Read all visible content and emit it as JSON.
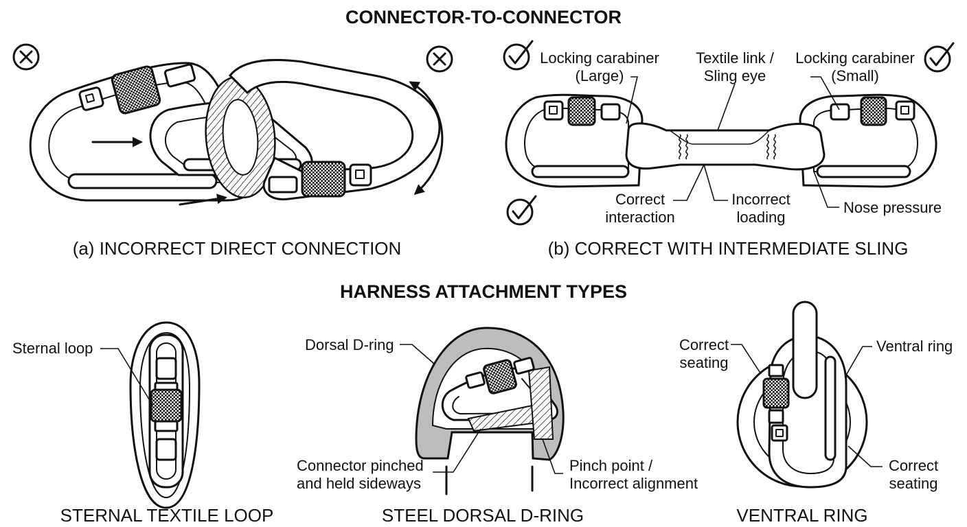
{
  "headings": {
    "connector": "CONNECTOR-TO-CONNECTOR",
    "harness": "HARNESS ATTACHMENT TYPES"
  },
  "captions": {
    "a": "(a) INCORRECT DIRECT CONNECTION",
    "b": "(b) CORRECT WITH INTERMEDIATE SLING",
    "sternal": "STERNAL TEXTILE LOOP",
    "dorsal": "STEEL DORSAL D-RING",
    "ventral": "VENTRAL RING"
  },
  "labels_b": {
    "large_1": "Locking carabiner",
    "large_2": "(Large)",
    "textile_1": "Textile link /",
    "textile_2": "Sling eye",
    "small_1": "Locking carabiner",
    "small_2": "(Small)",
    "correct_1": "Correct",
    "correct_2": "interaction",
    "incorrect_1": "Incorrect",
    "incorrect_2": "loading",
    "nose": "Nose pressure"
  },
  "labels_harness": {
    "sternal_loop": "Sternal loop",
    "dorsal_ring": "Dorsal D-ring",
    "pinched_1": "Connector pinched",
    "pinched_2": "and held sideways",
    "pinch_1": "Pinch point /",
    "pinch_2": "Incorrect alignment",
    "correct_seat_tl_1": "Correct",
    "correct_seat_tl_2": "seating",
    "ventral_ring": "Ventral ring",
    "correct_seat_br_1": "Correct",
    "correct_seat_br_2": "seating"
  },
  "icons": [
    "cross-circle-icon",
    "cross-circle-icon",
    "check-circle-icon",
    "check-circle-icon",
    "check-circle-icon"
  ]
}
